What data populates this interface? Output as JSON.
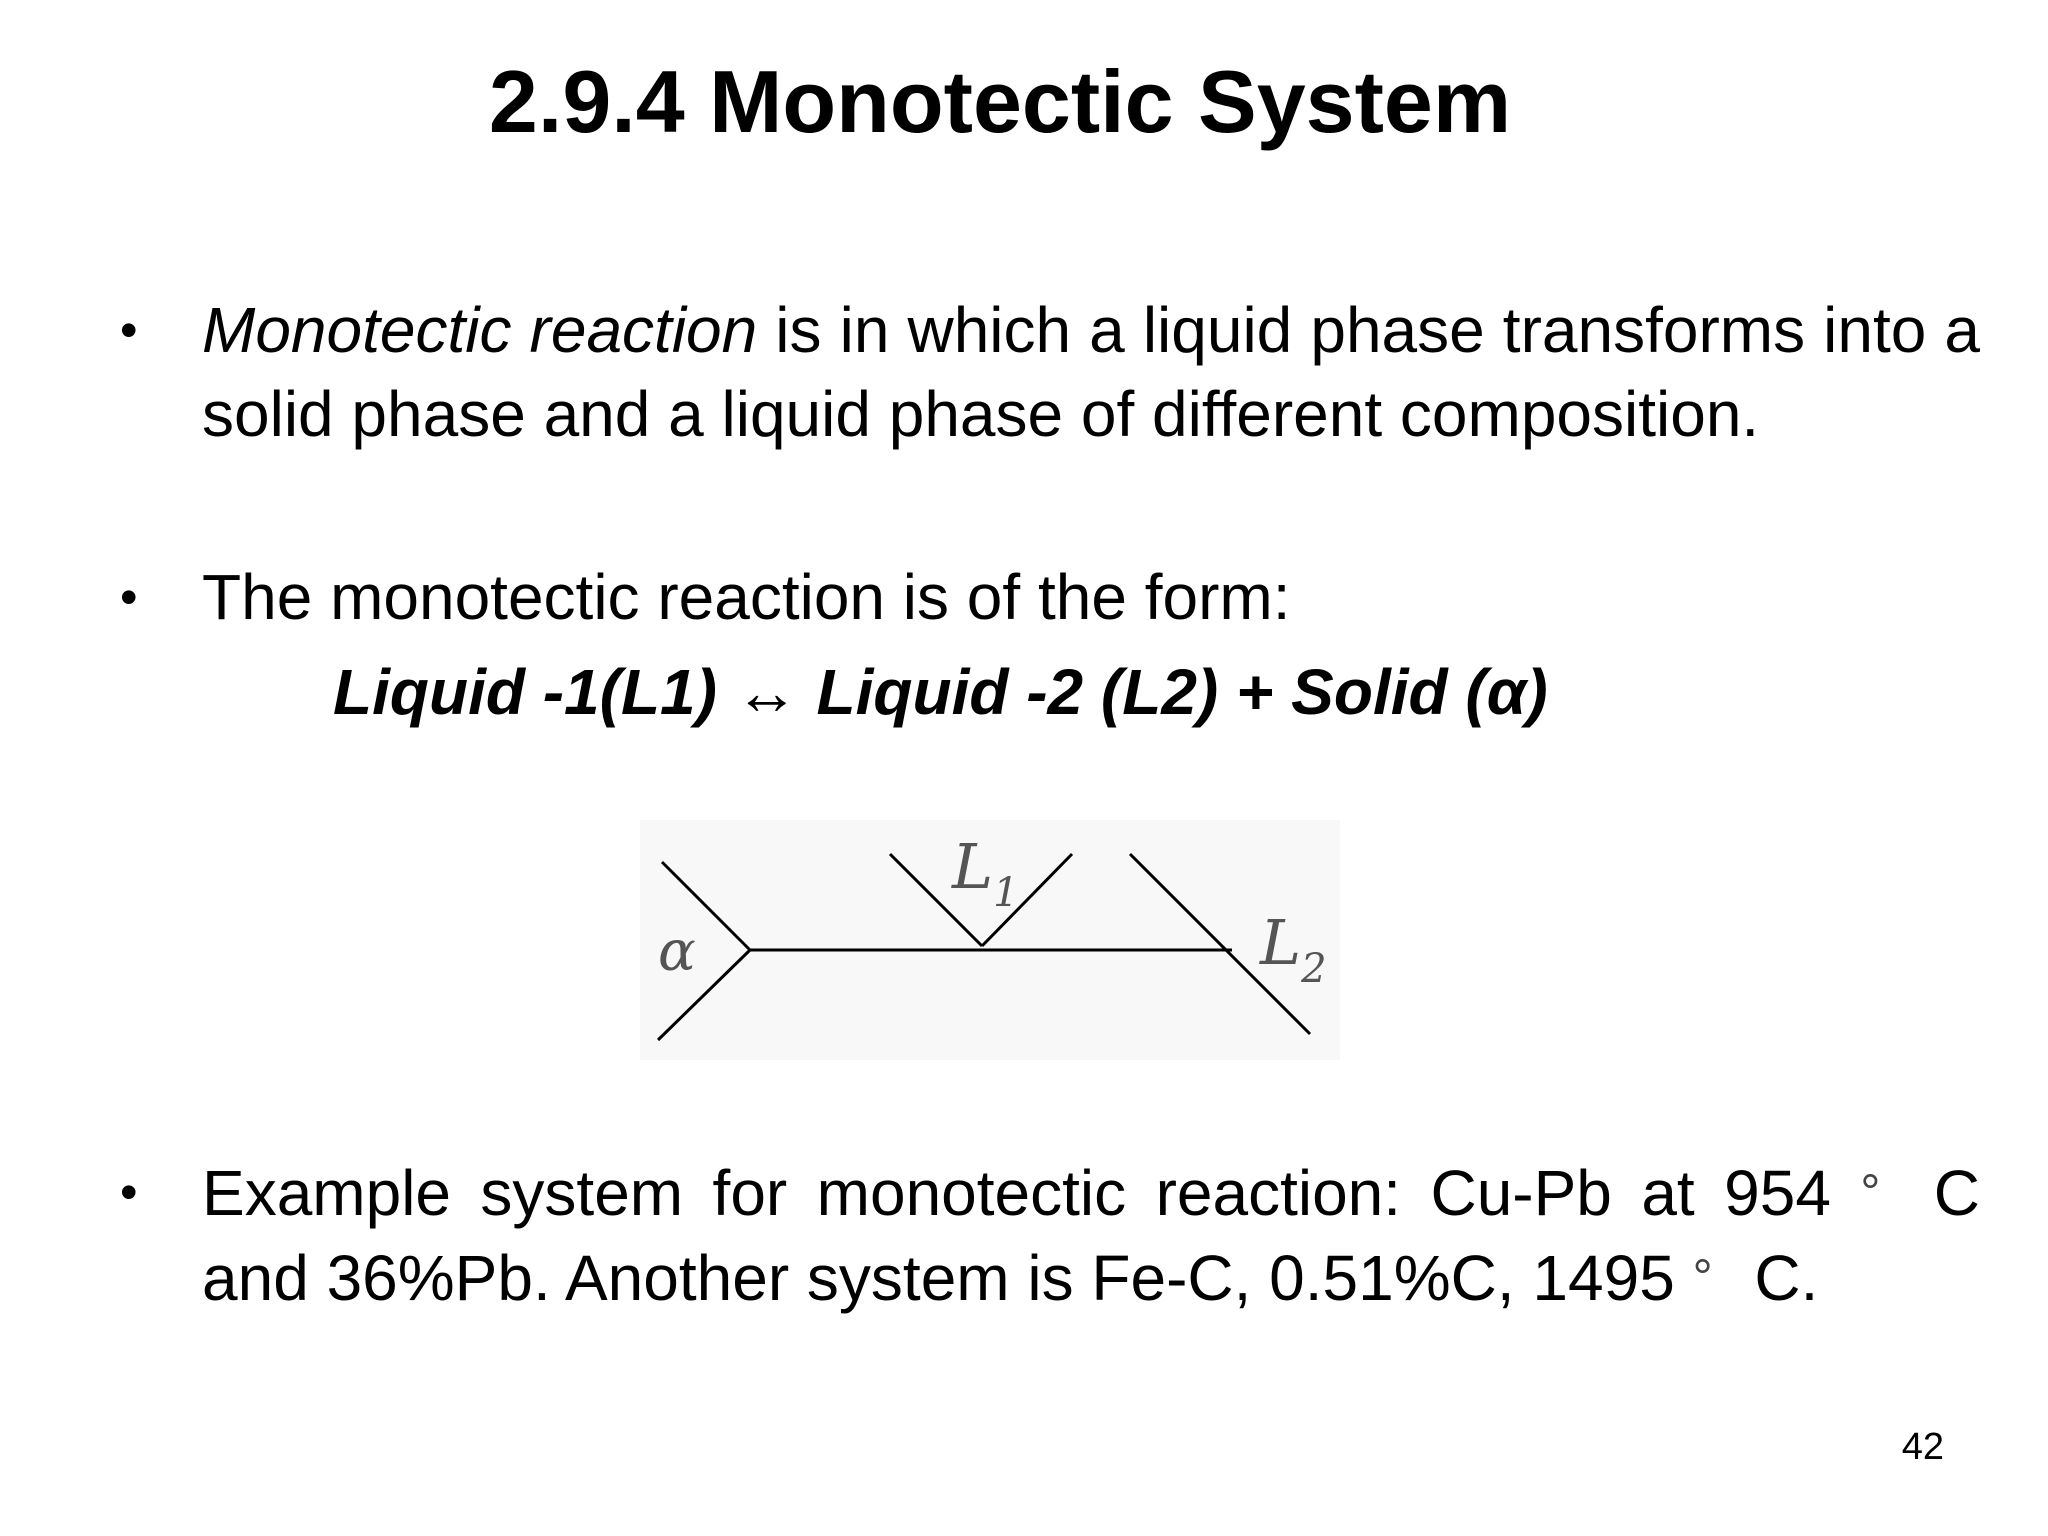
{
  "slide": {
    "title": "2.9.4 Monotectic System",
    "page_number": "42"
  },
  "bullets": {
    "marker": "•",
    "b1_term": "Monotectic reaction",
    "b1_rest": " is in which a liquid phase transforms into a solid phase and a liquid phase of different composition.",
    "b2_text": "The monotectic reaction is of the form:",
    "b3_part1": "Example system for monotectic reaction: Cu-Pb at 954 ",
    "b3_part2": "C and 36%Pb. Another system is Fe-C, 0.51%C, 1495 ",
    "b3_part3": "C."
  },
  "equation": {
    "left": "Liquid -1(L1) ",
    "arrow": "↔",
    "right": " Liquid -2 (L2) + Solid (α)"
  },
  "diagram": {
    "label_alpha": "α",
    "label_l": "L",
    "sub_1": "1",
    "sub_2": "2"
  },
  "symbols": {
    "degree": "°"
  }
}
